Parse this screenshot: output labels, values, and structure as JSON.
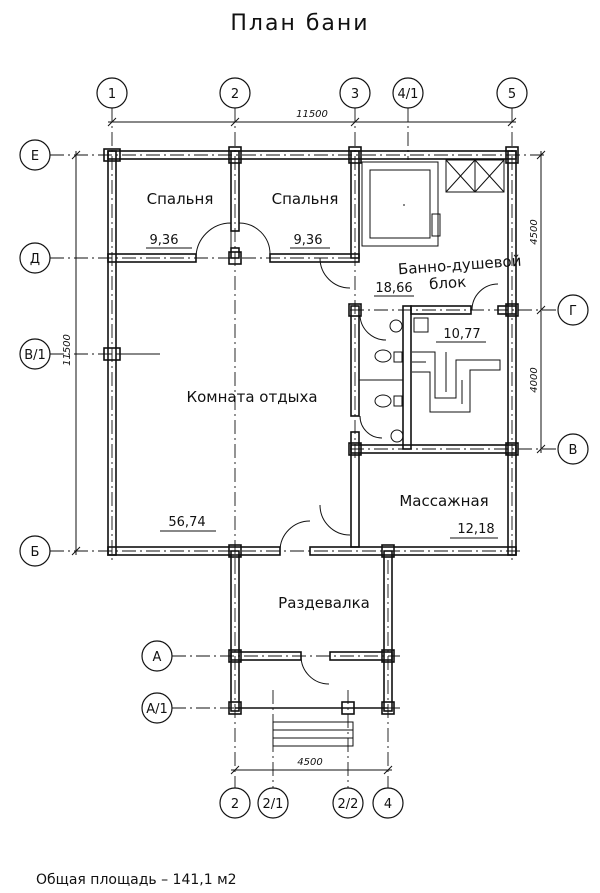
{
  "title": "План бани",
  "rooms": {
    "bedroom1": {
      "name": "Спальня",
      "area": "9,36"
    },
    "bedroom2": {
      "name": "Спальня",
      "area": "9,36"
    },
    "bath": {
      "name": "Банно-душевой",
      "name2": "блок",
      "area": "18,66"
    },
    "sauna": {
      "area": "10,77"
    },
    "lounge": {
      "name": "Комната отдыха",
      "area": "56,74"
    },
    "massage": {
      "name": "Массажная",
      "area": "12,18"
    },
    "changing": {
      "name": "Раздевалка"
    }
  },
  "dimensions": {
    "top": "11500",
    "left": "11500",
    "right_upper": "4500",
    "right_lower": "4000",
    "bottom": "4500"
  },
  "axes": {
    "columns": [
      "1",
      "2",
      "3",
      "4/1",
      "5"
    ],
    "bottom_columns": [
      "2",
      "2/1",
      "2/2",
      "4"
    ],
    "rows_left": [
      "Е",
      "Д",
      "В/1",
      "Б",
      "А",
      "А/1"
    ],
    "rows_right": [
      "Г",
      "В"
    ]
  },
  "footer": "Общая площадь  –  141,1 м2"
}
